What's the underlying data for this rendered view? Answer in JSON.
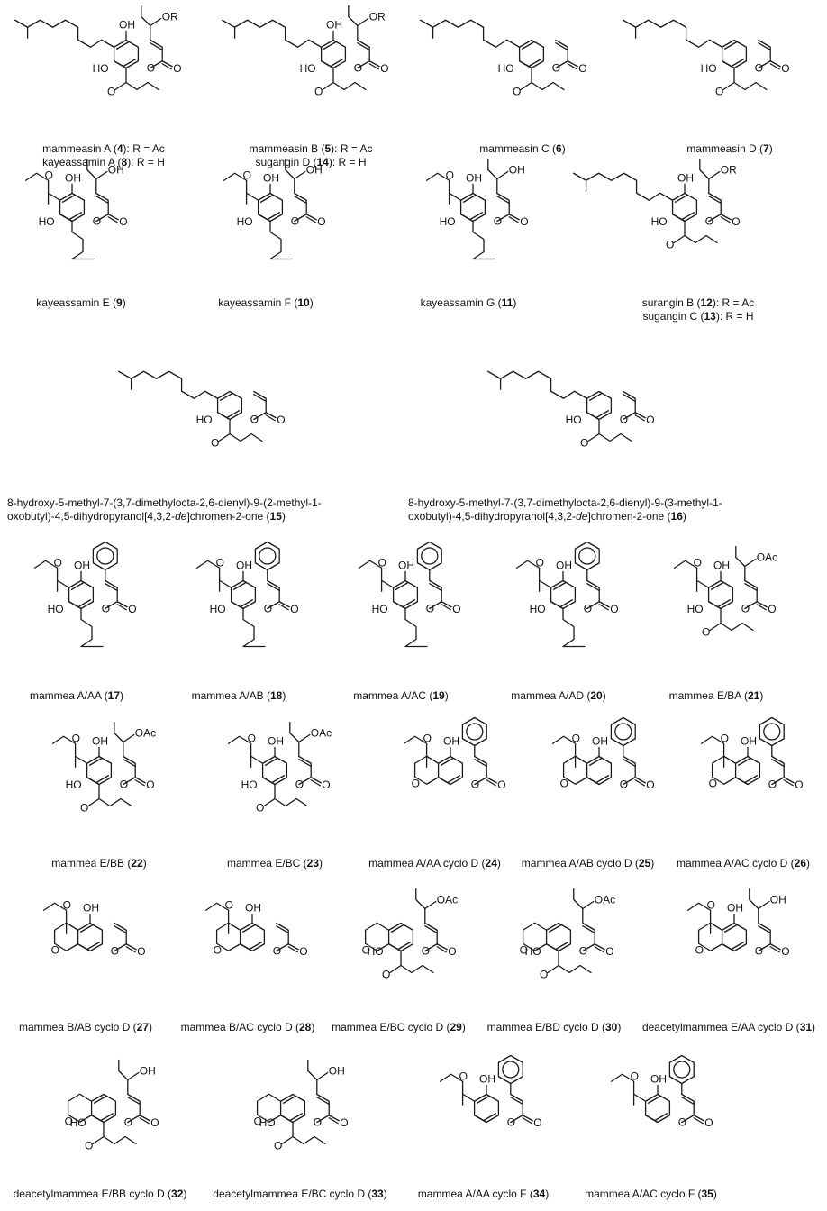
{
  "atom_labels": {
    "OH": "OH",
    "HO": "HO",
    "O": "O",
    "OR": "OR",
    "OAc": "OAc"
  },
  "compounds": [
    {
      "id": "4",
      "name": "mammeasin A",
      "r": "R = Ac"
    },
    {
      "id": "8",
      "name": "kayeassamin A",
      "r": "R = H"
    },
    {
      "id": "5",
      "name": "mammeasin B",
      "r": "R = Ac"
    },
    {
      "id": "14",
      "name": "sugangin D",
      "r": "R = H"
    },
    {
      "id": "6",
      "name": "mammeasin C"
    },
    {
      "id": "7",
      "name": "mammeasin D"
    },
    {
      "id": "9",
      "name": "kayeassamin E"
    },
    {
      "id": "10",
      "name": "kayeassamin F"
    },
    {
      "id": "11",
      "name": "kayeassamin G"
    },
    {
      "id": "12",
      "name": "surangin B",
      "r": "R = Ac"
    },
    {
      "id": "13",
      "name": "sugangin C",
      "r": "R = H"
    },
    {
      "id": "15",
      "name_line1": "8-hydroxy-5-methyl-7-(3,7-dimethylocta-2,6-dienyl)-9-(2-methyl-1-",
      "name_line2_a": "oxobutyl)-4,5-dihydropyranol[4,3,2-",
      "name_line2_italic": "de",
      "name_line2_b": "]chromen-2-one"
    },
    {
      "id": "16",
      "name_line1": "8-hydroxy-5-methyl-7-(3,7-dimethylocta-2,6-dienyl)-9-(3-methyl-1-",
      "name_line2_a": "oxobutyl)-4,5-dihydropyranol[4,3,2-",
      "name_line2_italic": "de",
      "name_line2_b": "]chromen-2-one"
    },
    {
      "id": "17",
      "name": "mammea A/AA"
    },
    {
      "id": "18",
      "name": "mammea A/AB"
    },
    {
      "id": "19",
      "name": "mammea A/AC"
    },
    {
      "id": "20",
      "name": "mammea A/AD"
    },
    {
      "id": "21",
      "name": "mammea E/BA"
    },
    {
      "id": "22",
      "name": "mammea E/BB"
    },
    {
      "id": "23",
      "name": "mammea E/BC"
    },
    {
      "id": "24",
      "name": "mammea A/AA cyclo D"
    },
    {
      "id": "25",
      "name": "mammea A/AB cyclo D"
    },
    {
      "id": "26",
      "name": "mammea A/AC cyclo D"
    },
    {
      "id": "27",
      "name": "mammea B/AB cyclo D"
    },
    {
      "id": "28",
      "name": "mammea B/AC cyclo D"
    },
    {
      "id": "29",
      "name": "mammea E/BC cyclo D"
    },
    {
      "id": "30",
      "name": "mammea E/BD cyclo D"
    },
    {
      "id": "31",
      "name": "deacetylmammea E/AA cyclo D"
    },
    {
      "id": "32",
      "name": "deacetylmammea E/BB cyclo D"
    },
    {
      "id": "33",
      "name": "deacetylmammea E/BC cyclo D"
    },
    {
      "id": "34",
      "name": "mammea A/AA cyclo F"
    },
    {
      "id": "35",
      "name": "mammea A/AC cyclo F"
    }
  ]
}
